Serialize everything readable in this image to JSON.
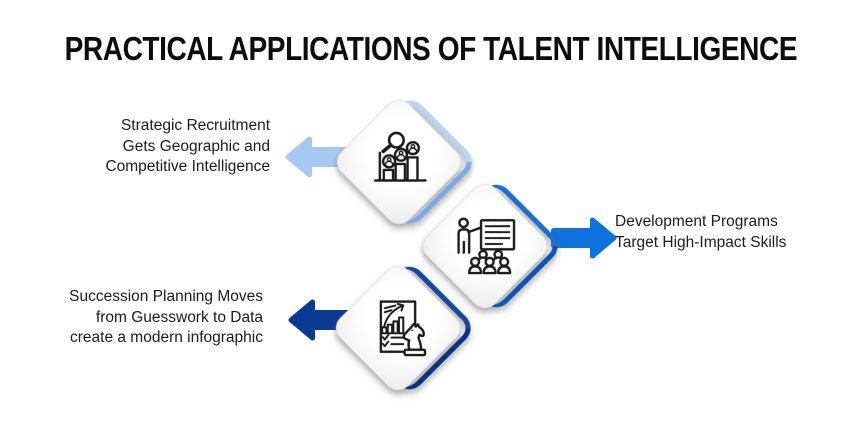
{
  "title": "PRACTICAL APPLICATIONS OF TALENT INTELLIGENCE",
  "items": [
    {
      "label_lines": [
        "Strategic Recruitment",
        "Gets Geographic and",
        "Competitive Intelligence"
      ],
      "icon": "talent-search-analytics-icon",
      "arrow_direction": "left",
      "arrow_color_name": "light-blue"
    },
    {
      "label_lines": [
        "Development Programs",
        "Target High-Impact Skills"
      ],
      "icon": "training-presentation-icon",
      "arrow_direction": "right",
      "arrow_color_name": "medium-blue"
    },
    {
      "label_lines": [
        "Succession Planning Moves",
        "from Guesswork to Data",
        "create a modern infographic"
      ],
      "icon": "strategy-checklist-knight-icon",
      "arrow_direction": "left",
      "arrow_color_name": "navy-blue"
    }
  ],
  "colors": {
    "title_color": "#0d0d0d",
    "text_color": "#1c1c1e",
    "arrow_light": "#a6c8f3",
    "arrow_medium": "#0e71dc",
    "arrow_dark": "#0b3a93",
    "accent1_top": "#b7d3f6",
    "accent1_side": "#7fa9e6",
    "accent2_top": "#1b6ed3",
    "accent2_side": "#0f56b4",
    "accent3_top": "#17479e",
    "accent3_side": "#0d3181",
    "icon_ink": "#1a1a1a"
  }
}
